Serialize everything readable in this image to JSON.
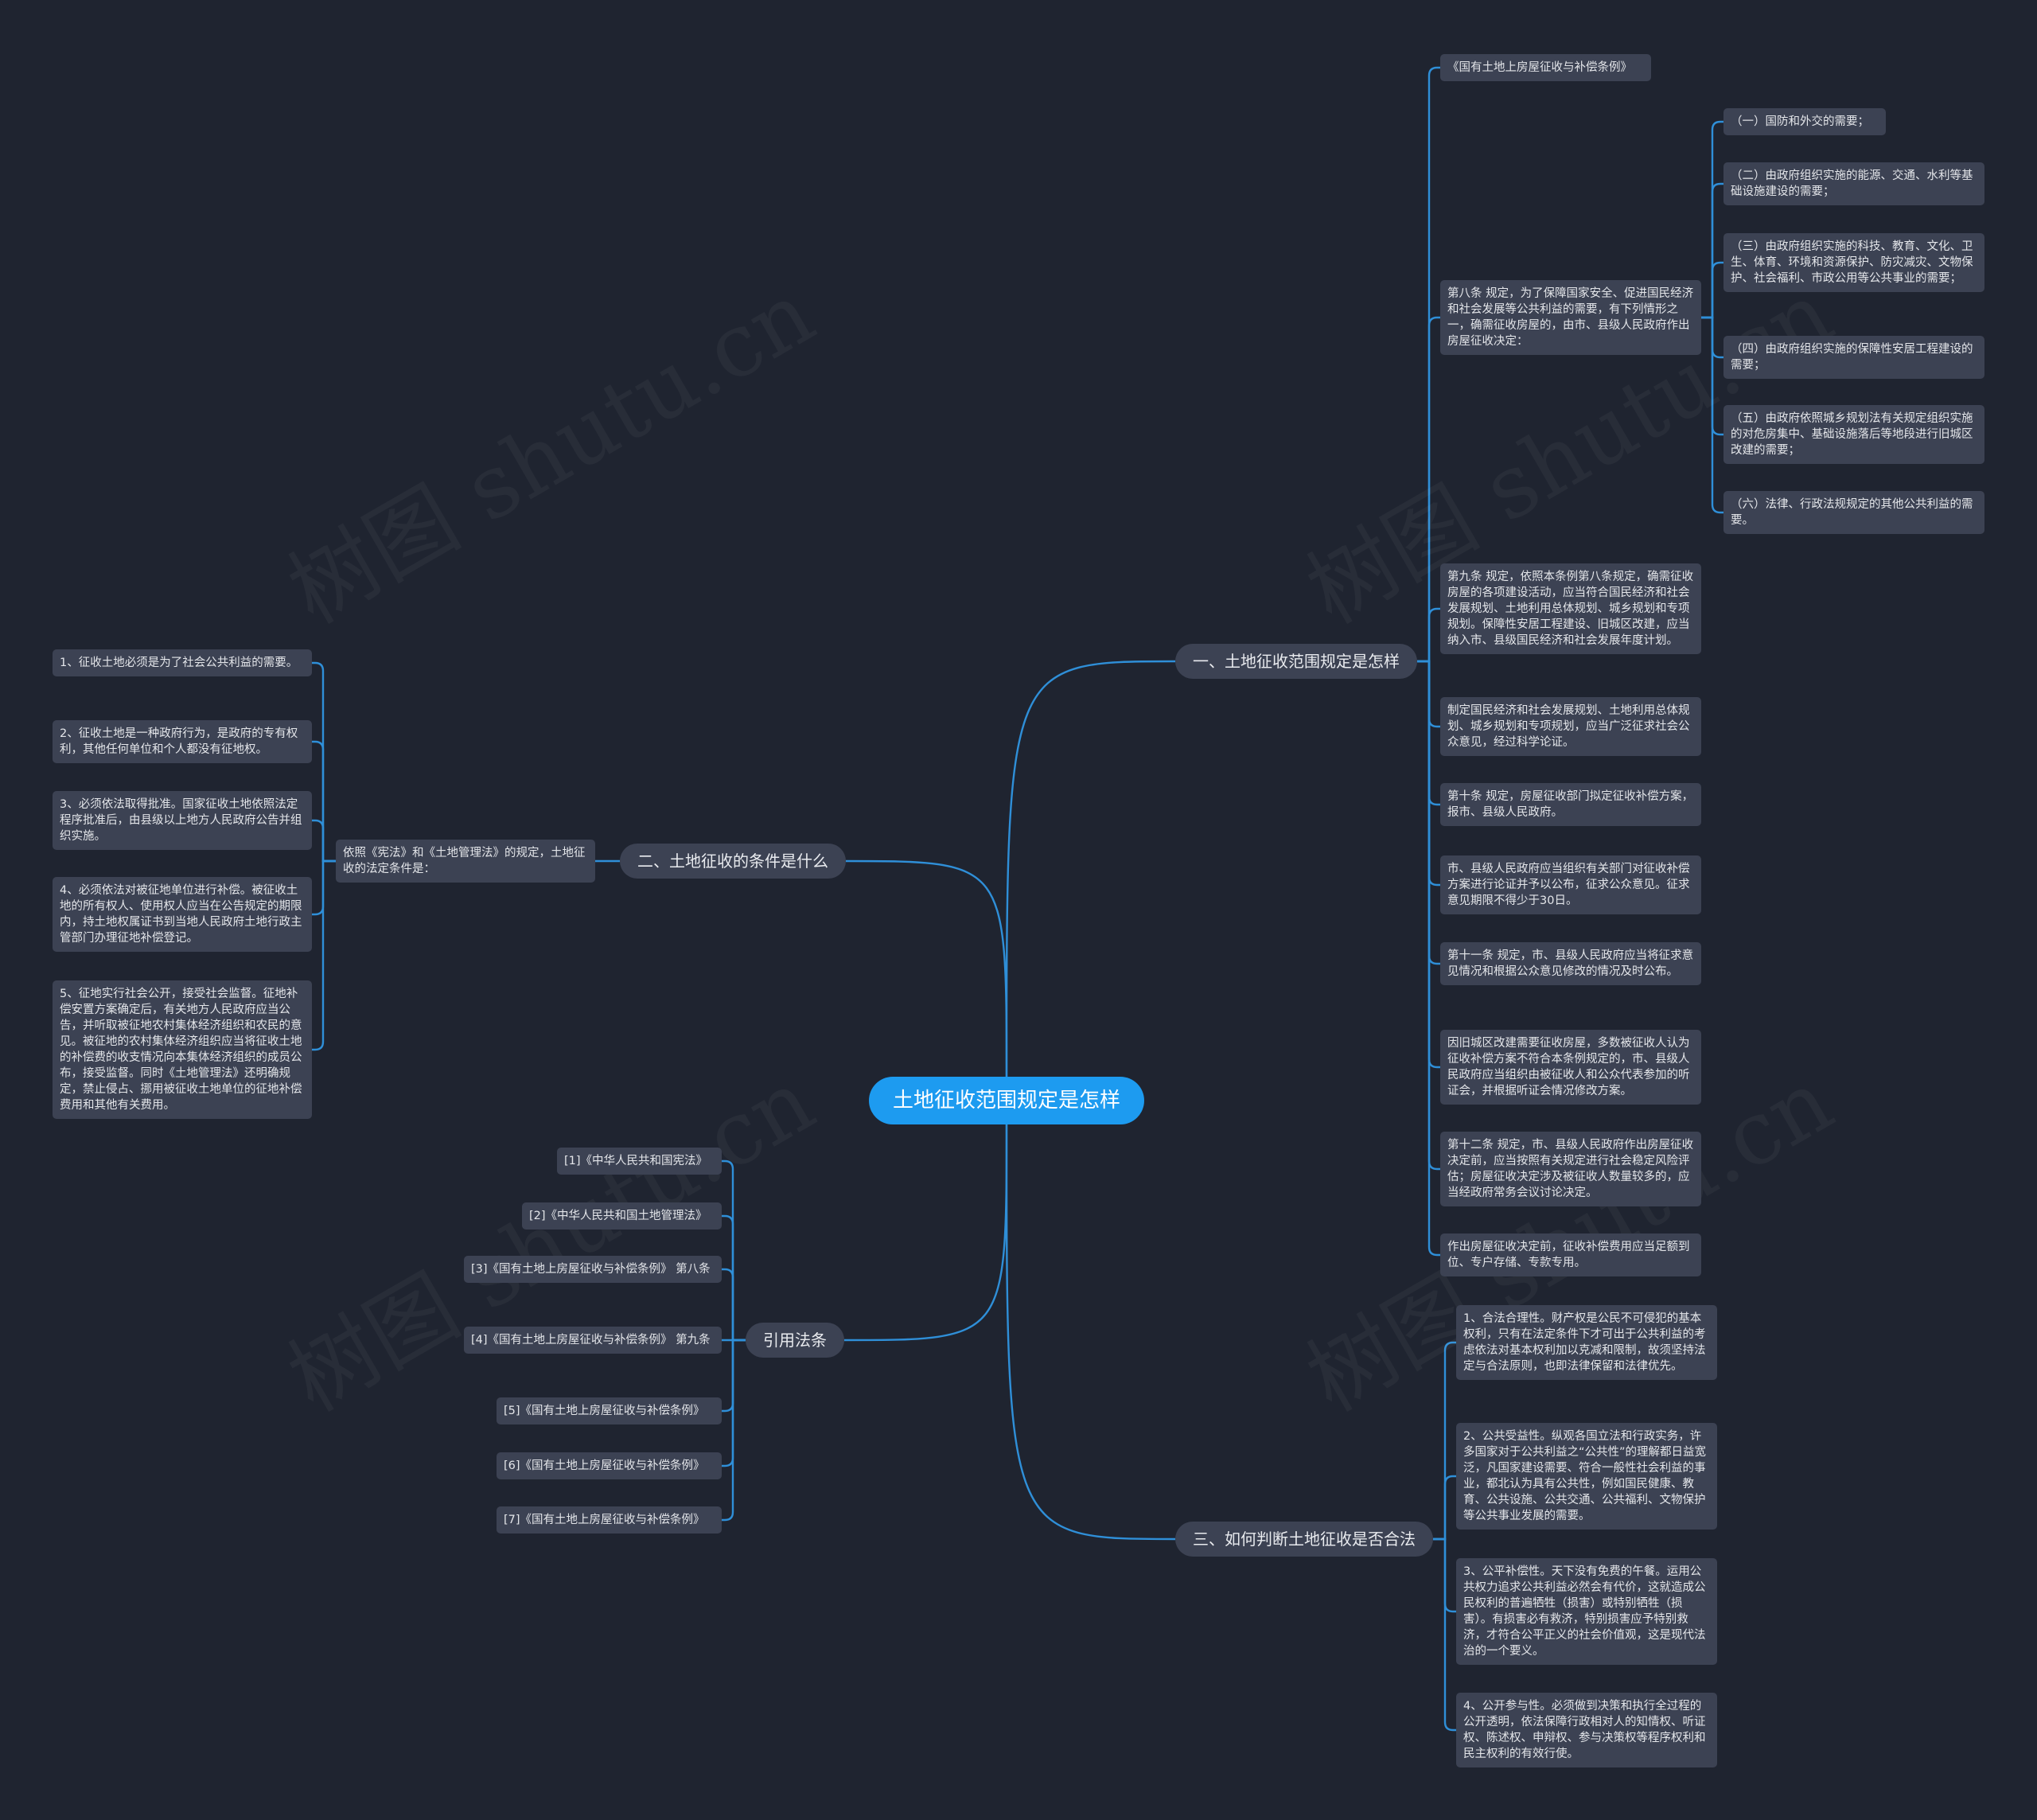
{
  "watermark": "树图 shutu.cn",
  "colors": {
    "background": "#1f2430",
    "root": "#1d9bf0",
    "node": "#3c4253",
    "link": "#2f8fd8"
  },
  "root": {
    "label": "土地征收范围规定是怎样"
  },
  "branches": [
    {
      "label": "一、土地征收范围规定是怎样",
      "children": [
        {
          "text": "《国有土地上房屋征收与补偿条例》"
        },
        {
          "text": "第八条 规定，为了保障国家安全、促进国民经济和社会发展等公共利益的需要，有下列情形之一，确需征收房屋的，由市、县级人民政府作出房屋征收决定：",
          "children": [
            {
              "text": "（一）国防和外交的需要；"
            },
            {
              "text": "（二）由政府组织实施的能源、交通、水利等基础设施建设的需要；"
            },
            {
              "text": "（三）由政府组织实施的科技、教育、文化、卫生、体育、环境和资源保护、防灾减灾、文物保护、社会福利、市政公用等公共事业的需要；"
            },
            {
              "text": "（四）由政府组织实施的保障性安居工程建设的需要；"
            },
            {
              "text": "（五）由政府依照城乡规划法有关规定组织实施的对危房集中、基础设施落后等地段进行旧城区改建的需要；"
            },
            {
              "text": "（六）法律、行政法规规定的其他公共利益的需要。"
            }
          ]
        },
        {
          "text": "第九条 规定，依照本条例第八条规定，确需征收房屋的各项建设活动，应当符合国民经济和社会发展规划、土地利用总体规划、城乡规划和专项规划。保障性安居工程建设、旧城区改建，应当纳入市、县级国民经济和社会发展年度计划。"
        },
        {
          "text": "制定国民经济和社会发展规划、土地利用总体规划、城乡规划和专项规划，应当广泛征求社会公众意见，经过科学论证。"
        },
        {
          "text": "第十条 规定，房屋征收部门拟定征收补偿方案，报市、县级人民政府。"
        },
        {
          "text": "市、县级人民政府应当组织有关部门对征收补偿方案进行论证并予以公布，征求公众意见。征求意见期限不得少于30日。"
        },
        {
          "text": "第十一条 规定，市、县级人民政府应当将征求意见情况和根据公众意见修改的情况及时公布。"
        },
        {
          "text": "因旧城区改建需要征收房屋，多数被征收人认为征收补偿方案不符合本条例规定的，市、县级人民政府应当组织由被征收人和公众代表参加的听证会，并根据听证会情况修改方案。"
        },
        {
          "text": "第十二条 规定，市、县级人民政府作出房屋征收决定前，应当按照有关规定进行社会稳定风险评估；房屋征收决定涉及被征收人数量较多的，应当经政府常务会议讨论决定。"
        },
        {
          "text": "作出房屋征收决定前，征收补偿费用应当足额到位、专户存储、专款专用。"
        }
      ]
    },
    {
      "label": "二、土地征收的条件是什么",
      "children": [
        {
          "text": "依照《宪法》和《土地管理法》的规定，土地征收的法定条件是：",
          "children": [
            {
              "text": "1、征收土地必须是为了社会公共利益的需要。"
            },
            {
              "text": "2、征收土地是一种政府行为，是政府的专有权利，其他任何单位和个人都没有征地权。"
            },
            {
              "text": "3、必须依法取得批准。国家征收土地依照法定程序批准后，由县级以上地方人民政府公告并组织实施。"
            },
            {
              "text": "4、必须依法对被征地单位进行补偿。被征收土地的所有权人、使用权人应当在公告规定的期限内，持土地权属证书到当地人民政府土地行政主管部门办理征地补偿登记。"
            },
            {
              "text": "5、征地实行社会公开，接受社会监督。征地补偿安置方案确定后，有关地方人民政府应当公告，并听取被征地农村集体经济组织和农民的意见。被征地的农村集体经济组织应当将征收土地的补偿费的收支情况向本集体经济组织的成员公布，接受监督。同时《土地管理法》还明确规定，禁止侵占、挪用被征收土地单位的征地补偿费用和其他有关费用。"
            }
          ]
        }
      ]
    },
    {
      "label": "引用法条",
      "children": [
        {
          "text": "[1]《中华人民共和国宪法》"
        },
        {
          "text": "[2]《中华人民共和国土地管理法》"
        },
        {
          "text": "[3]《国有土地上房屋征收与补偿条例》 第八条"
        },
        {
          "text": "[4]《国有土地上房屋征收与补偿条例》 第九条"
        },
        {
          "text": "[5]《国有土地上房屋征收与补偿条例》"
        },
        {
          "text": "[6]《国有土地上房屋征收与补偿条例》"
        },
        {
          "text": "[7]《国有土地上房屋征收与补偿条例》"
        }
      ]
    },
    {
      "label": "三、如何判断土地征收是否合法",
      "children": [
        {
          "text": "1、合法合理性。财产权是公民不可侵犯的基本权利，只有在法定条件下才可出于公共利益的考虑依法对基本权利加以克减和限制，故须坚持法定与合法原则，也即法律保留和法律优先。"
        },
        {
          "text": "2、公共受益性。纵观各国立法和行政实务，许多国家对于公共利益之“公共性”的理解都日益宽泛，凡国家建设需要、符合一般性社会利益的事业，都北认为具有公共性，例如国民健康、教育、公共设施、公共交通、公共福利、文物保护等公共事业发展的需要。"
        },
        {
          "text": "3、公平补偿性。天下没有免费的午餐。运用公共权力追求公共利益必然会有代价，这就造成公民权利的普遍牺牲（损害）或特别牺牲（损害）。有损害必有救济，特别损害应予特别救济，才符合公平正义的社会价值观，这是现代法治的一个要义。"
        },
        {
          "text": "4、公开参与性。必须做到决策和执行全过程的公开透明，依法保障行政相对人的知情权、听证权、陈述权、申辩权、参与决策权等程序权利和民主权利的有效行使。"
        }
      ]
    }
  ]
}
